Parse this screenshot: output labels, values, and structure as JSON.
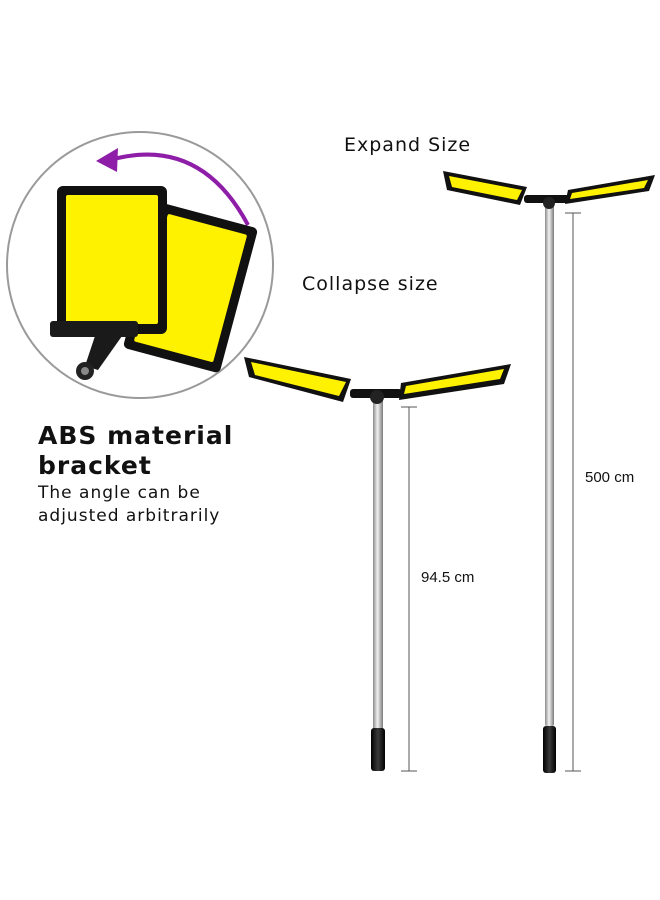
{
  "labels": {
    "expand_size": "Expand Size",
    "collapse_size": "Collapse size"
  },
  "bracket": {
    "title": "ABS material bracket",
    "description": "The angle can be adjusted arbitrarily"
  },
  "dimensions": {
    "expanded": "500 cm",
    "collapsed": "94.5 cm"
  },
  "colors": {
    "panel_yellow": "#fff200",
    "arrow_purple": "#8e1ea8",
    "frame_black": "#111111",
    "pole_silver": "#c9c9c9"
  },
  "icons": {
    "rotation": "curved-arrow-icon"
  }
}
